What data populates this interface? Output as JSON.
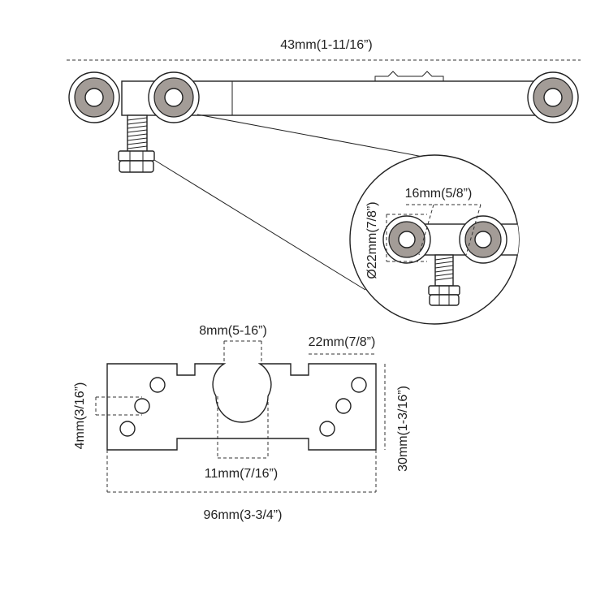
{
  "labels": {
    "total_length": "43mm(1-11/16”)",
    "wheel_spacing": "16mm(5/8”)",
    "wheel_diameter": "Ø22mm(7/8”)",
    "slot_width": "8mm(5-16”)",
    "side_width": "22mm(7/8”)",
    "hole_offset": "4mm(3/16”)",
    "plate_height": "30mm(1-3/16”)",
    "center_width": "11mm(7/16”)",
    "plate_length": "96mm(3-3/4”)"
  },
  "colors": {
    "line": "#222222",
    "wheel_fill": "#a39c97",
    "background": "#ffffff"
  }
}
